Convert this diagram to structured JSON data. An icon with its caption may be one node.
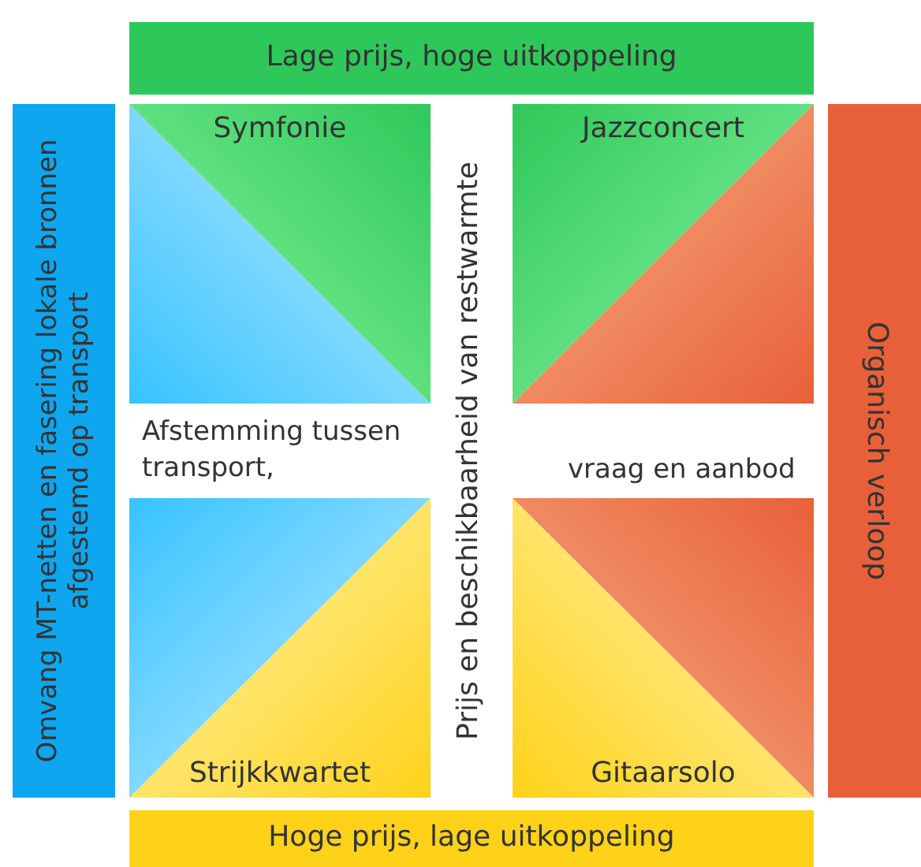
{
  "diagram": {
    "nodes": [
      {
        "text": [
          "Lage prijs, hoge uitkoppeling"
        ]
      },
      {
        "text": [
          "Omvang MT-netten en fasering lokale bronnen afgestemd op transport"
        ]
      },
      {
        "text": [
          "Symfonie"
        ]
      },
      {
        "text": [
          "Jazzconcert"
        ]
      },
      {
        "text": [
          "Organisch verloop"
        ]
      },
      {
        "text": [
          "Strijkkwartet"
        ]
      },
      {
        "text": [
          "Gitaarsolo"
        ]
      },
      {
        "text": [
          "Hoge prijs, lage uitkoppeling"
        ]
      }
    ],
    "edges": [],
    "labels": [
      "Prijs en beschikbaarheid van restwarmte",
      "Afstemming tussen transport,",
      "vraag en aanbod"
    ]
  }
}
